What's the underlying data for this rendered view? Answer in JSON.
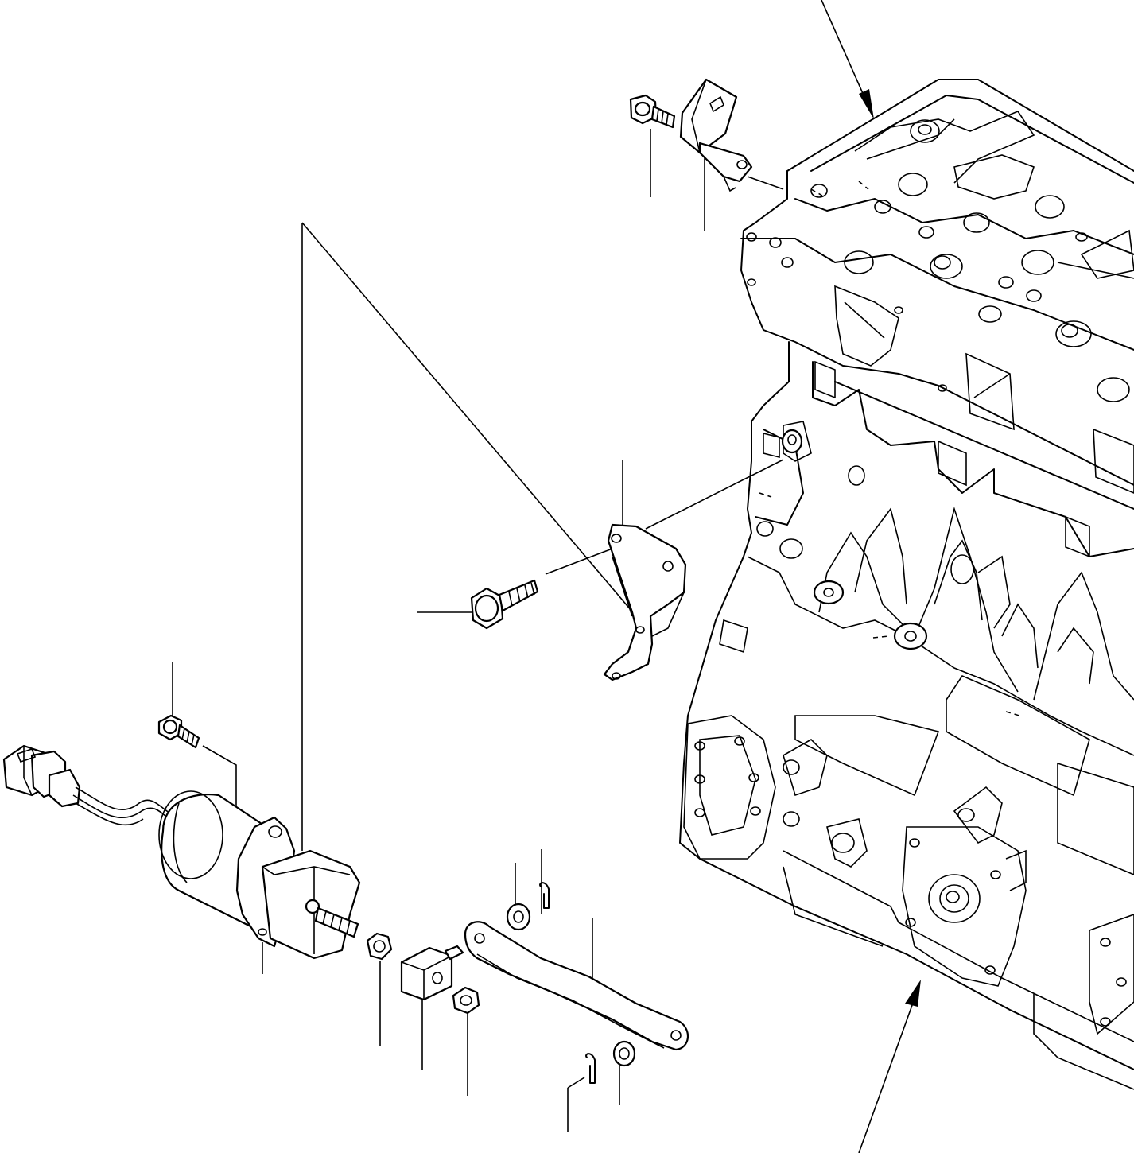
{
  "figure": {
    "kind": "exploded parts diagram",
    "line_color": "#000000",
    "background_color": "#ffffff",
    "printed_text": []
  },
  "parts": [
    {
      "id": "cylinder-head",
      "icon": "engine-head-outline"
    },
    {
      "id": "cylinder-block",
      "icon": "engine-block-outline"
    },
    {
      "id": "top-bolt",
      "icon": "flange-bolt"
    },
    {
      "id": "sensor-bracket",
      "icon": "bracket"
    },
    {
      "id": "solenoid-bracket",
      "icon": "bracket"
    },
    {
      "id": "bracket-bolt",
      "icon": "flange-bolt"
    },
    {
      "id": "solenoid-bolt",
      "icon": "flange-bolt"
    },
    {
      "id": "stop-solenoid",
      "icon": "solenoid"
    },
    {
      "id": "connector",
      "icon": "plug"
    },
    {
      "id": "nut-1",
      "icon": "hex-nut"
    },
    {
      "id": "joint-block",
      "icon": "block"
    },
    {
      "id": "nut-2",
      "icon": "hex-nut"
    },
    {
      "id": "lever",
      "icon": "link-arm"
    },
    {
      "id": "washer-1",
      "icon": "washer"
    },
    {
      "id": "washer-2",
      "icon": "washer"
    },
    {
      "id": "split-pin-1",
      "icon": "cotter-pin"
    },
    {
      "id": "split-pin-2",
      "icon": "cotter-pin"
    }
  ]
}
